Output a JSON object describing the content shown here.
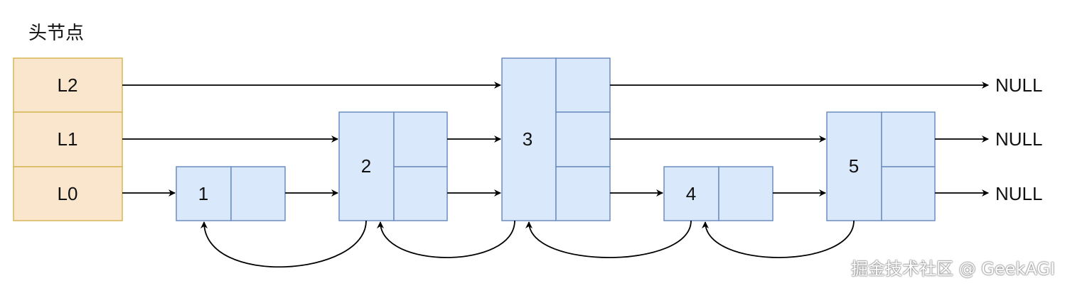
{
  "diagram": {
    "head_label": "头节点",
    "head_levels": [
      "L2",
      "L1",
      "L0"
    ],
    "nodes": [
      {
        "id": "node-1",
        "label": "1",
        "levels": 1
      },
      {
        "id": "node-2",
        "label": "2",
        "levels": 2
      },
      {
        "id": "node-3",
        "label": "3",
        "levels": 3
      },
      {
        "id": "node-4",
        "label": "4",
        "levels": 1
      },
      {
        "id": "node-5",
        "label": "5",
        "levels": 2
      }
    ],
    "null_labels": [
      "NULL",
      "NULL",
      "NULL"
    ],
    "colors": {
      "head_fill": "#fae6cc",
      "head_stroke": "#d6b656",
      "node_fill": "#dae8fc",
      "node_stroke": "#6c8ebf",
      "arrow": "#000000"
    }
  },
  "watermark": "掘金技术社区 @ GeekAGI"
}
